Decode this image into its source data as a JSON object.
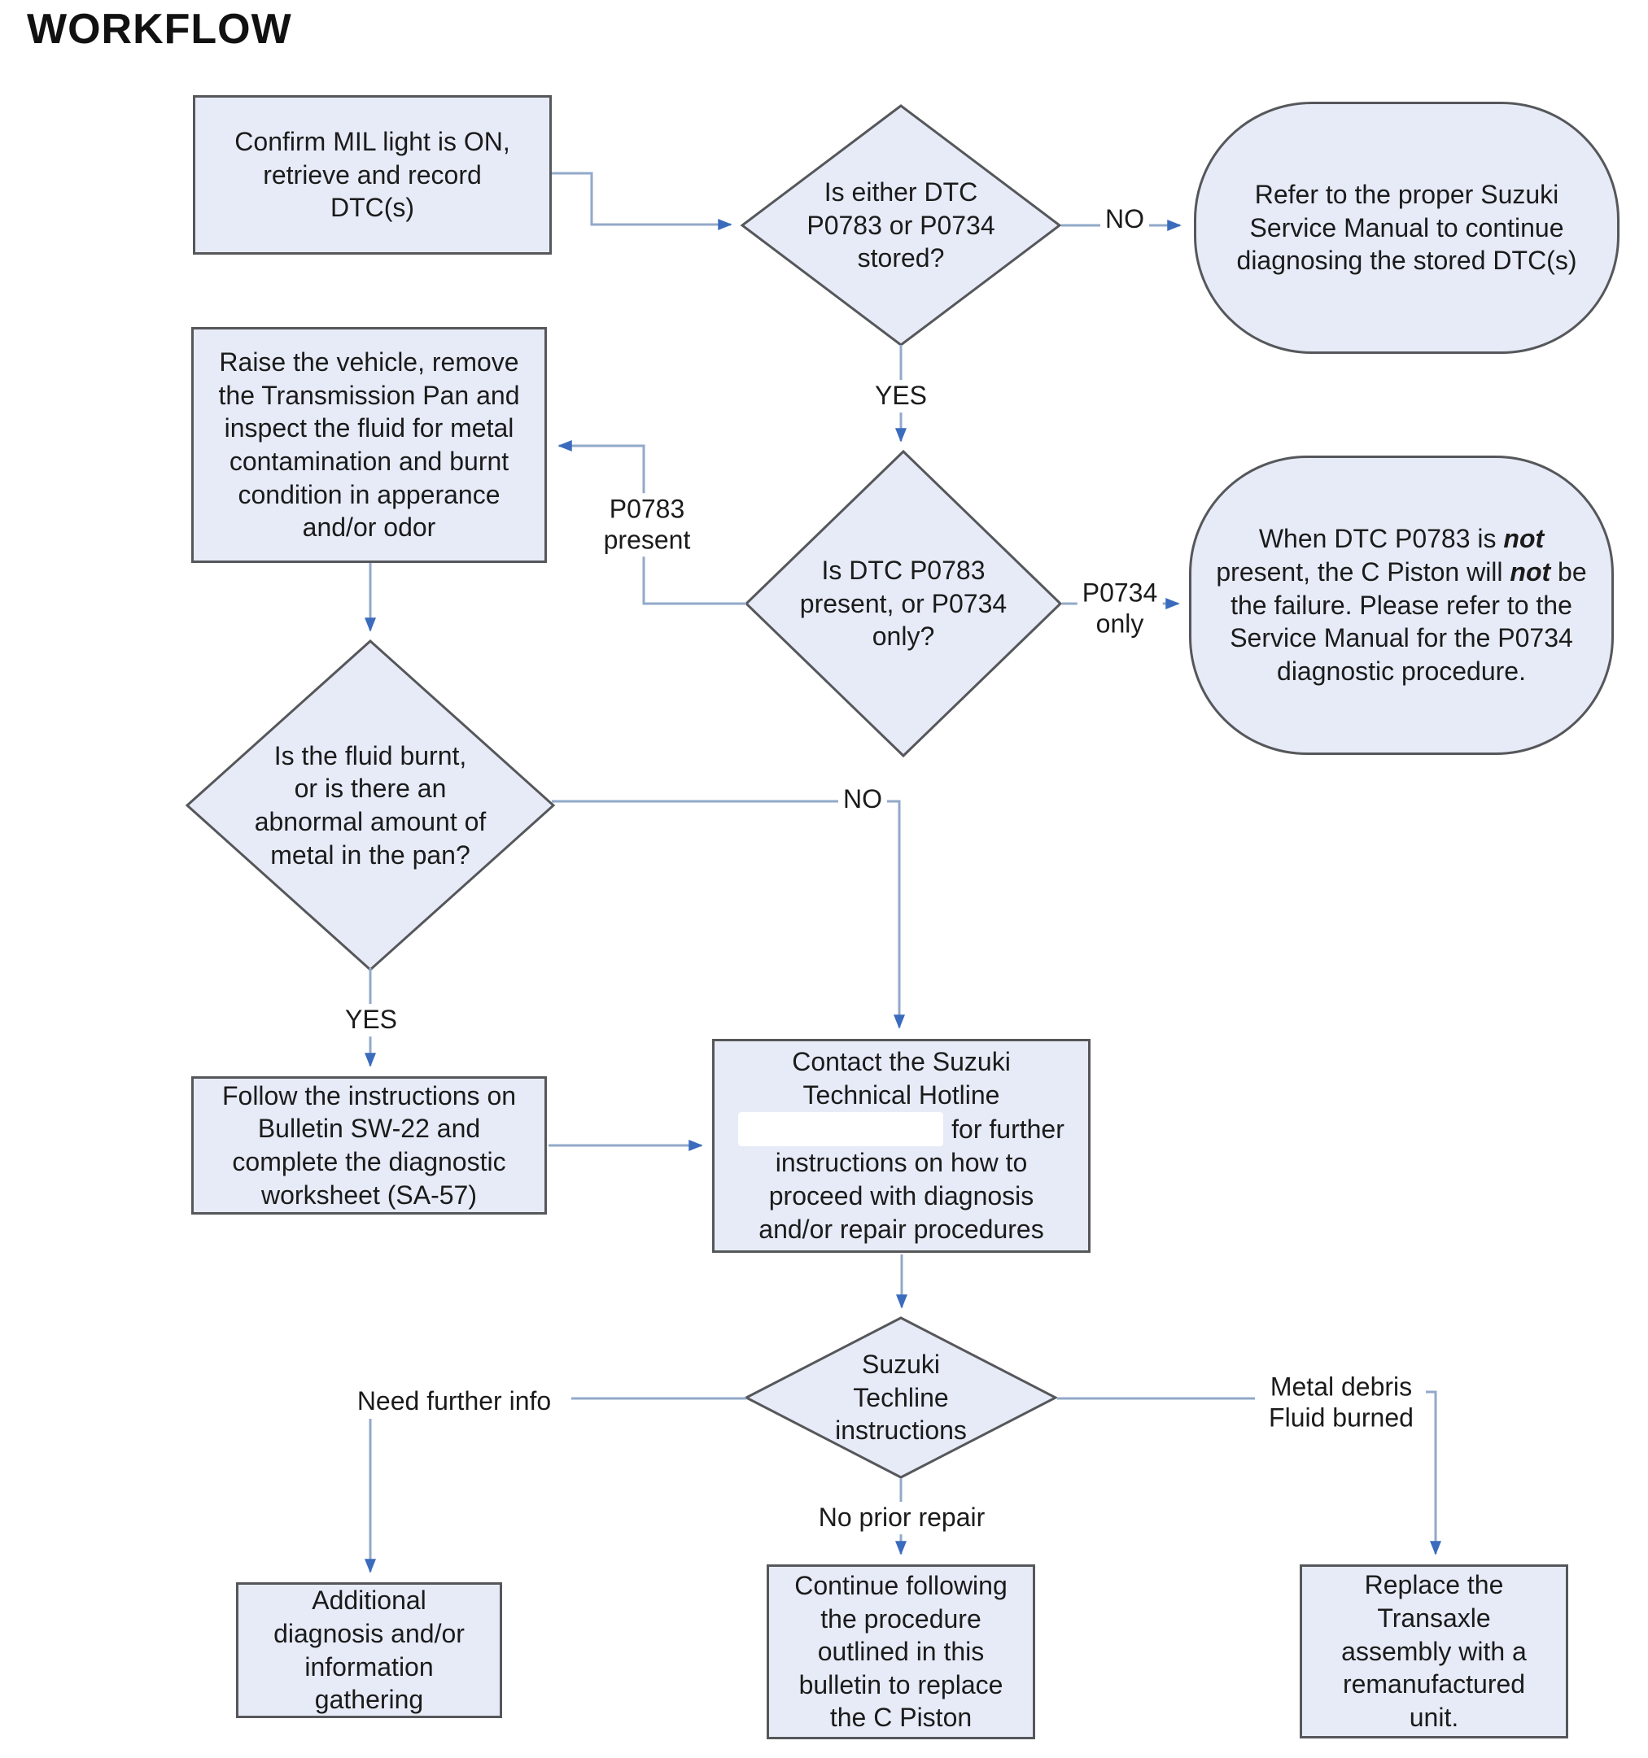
{
  "title": "WORKFLOW",
  "colors": {
    "node_fill": "#e6ebf7",
    "node_border": "#56575a",
    "connector": "#92a9c9",
    "arrowhead": "#3a6bbd",
    "text": "#1b1b1b",
    "background": "#ffffff"
  },
  "nodes": {
    "confirm_mil": {
      "text": "Confirm MIL light is ON,\nretrieve and record\nDTC(s)"
    },
    "dtc_stored_decision": {
      "text": "Is either DTC\nP0783 or P0734\nstored?"
    },
    "refer_service_manual": {
      "text": "Refer to the proper Suzuki\nService Manual to continue\ndiagnosing the stored DTC(s)"
    },
    "raise_vehicle": {
      "text": "Raise the vehicle, remove\nthe Transmission Pan and\ninspect the fluid for metal\ncontamination and burnt\ncondition in apperance\nand/or odor"
    },
    "p0783_decision": {
      "text": "Is DTC P0783\npresent, or P0734\nonly?"
    },
    "not_c_piston": {
      "segments": [
        "When DTC P0783 is ",
        "not",
        " present, the C Piston will ",
        "not",
        " be the failure. Please refer to the Service Manual for the P0734 diagnostic procedure."
      ]
    },
    "fluid_burnt_decision": {
      "text": "Is the fluid burnt,\nor is there an\nabnormal amount of\nmetal in the pan?"
    },
    "follow_sw22": {
      "text": "Follow the instructions on\nBulletin SW-22 and\ncomplete the diagnostic\nworksheet (SA-57)"
    },
    "contact_hotline": {
      "line1": "Contact the Suzuki",
      "line2": "Technical Hotline",
      "line3_after_redaction": "for further",
      "line4": "instructions on how to",
      "line5": "proceed with diagnosis",
      "line6": "and/or repair procedures"
    },
    "techline_decision": {
      "text": "Suzuki\nTechline\ninstructions"
    },
    "additional_diagnosis": {
      "text": "Additional\ndiagnosis and/or\ninformation\ngathering"
    },
    "continue_procedure": {
      "text": "Continue following\nthe procedure\noutlined in this\nbulletin to replace\nthe C Piston"
    },
    "replace_transaxle": {
      "text": "Replace the\nTransaxle\nassembly with a\nremanufactured\nunit."
    }
  },
  "edge_labels": {
    "no_dtc": "NO",
    "yes_dtc": "YES",
    "p0783_present": "P0783\npresent",
    "p0734_only": "P0734\nonly",
    "no_fluid": "NO",
    "yes_fluid": "YES",
    "need_further_info": "Need further info",
    "no_prior_repair": "No prior repair",
    "metal_debris": "Metal debris\nFluid burned"
  }
}
